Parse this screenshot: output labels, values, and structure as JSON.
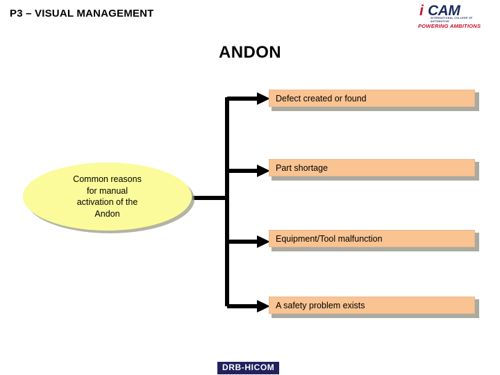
{
  "slide": {
    "header_title": "P3 – VISUAL MANAGEMENT",
    "heading": "ANDON"
  },
  "brand_logo": {
    "mark_i": "i",
    "mark_cam": "CAM",
    "subtitle": "INTERNATIONAL COLLEGE OF AUTOMOTIVE",
    "tagline": "POWERING AMBITIONS",
    "color_red": "#c8102e",
    "color_navy": "#1b2a5e"
  },
  "source_node": {
    "line1": "Common reasons",
    "line2": "for manual",
    "line3": "activation of the",
    "line4": "Andon",
    "fill_color": "#fbfb9b"
  },
  "reasons": [
    {
      "label": "Defect created or found"
    },
    {
      "label": "Part shortage"
    },
    {
      "label": "Equipment/Tool malfunction"
    },
    {
      "label": "A safety problem exists"
    }
  ],
  "box_style": {
    "fill_color": "#fac392",
    "shadow_color": "#9b9b8f"
  },
  "footer": {
    "logo_text": "DRB-HICOM",
    "background_color": "#21215e"
  }
}
